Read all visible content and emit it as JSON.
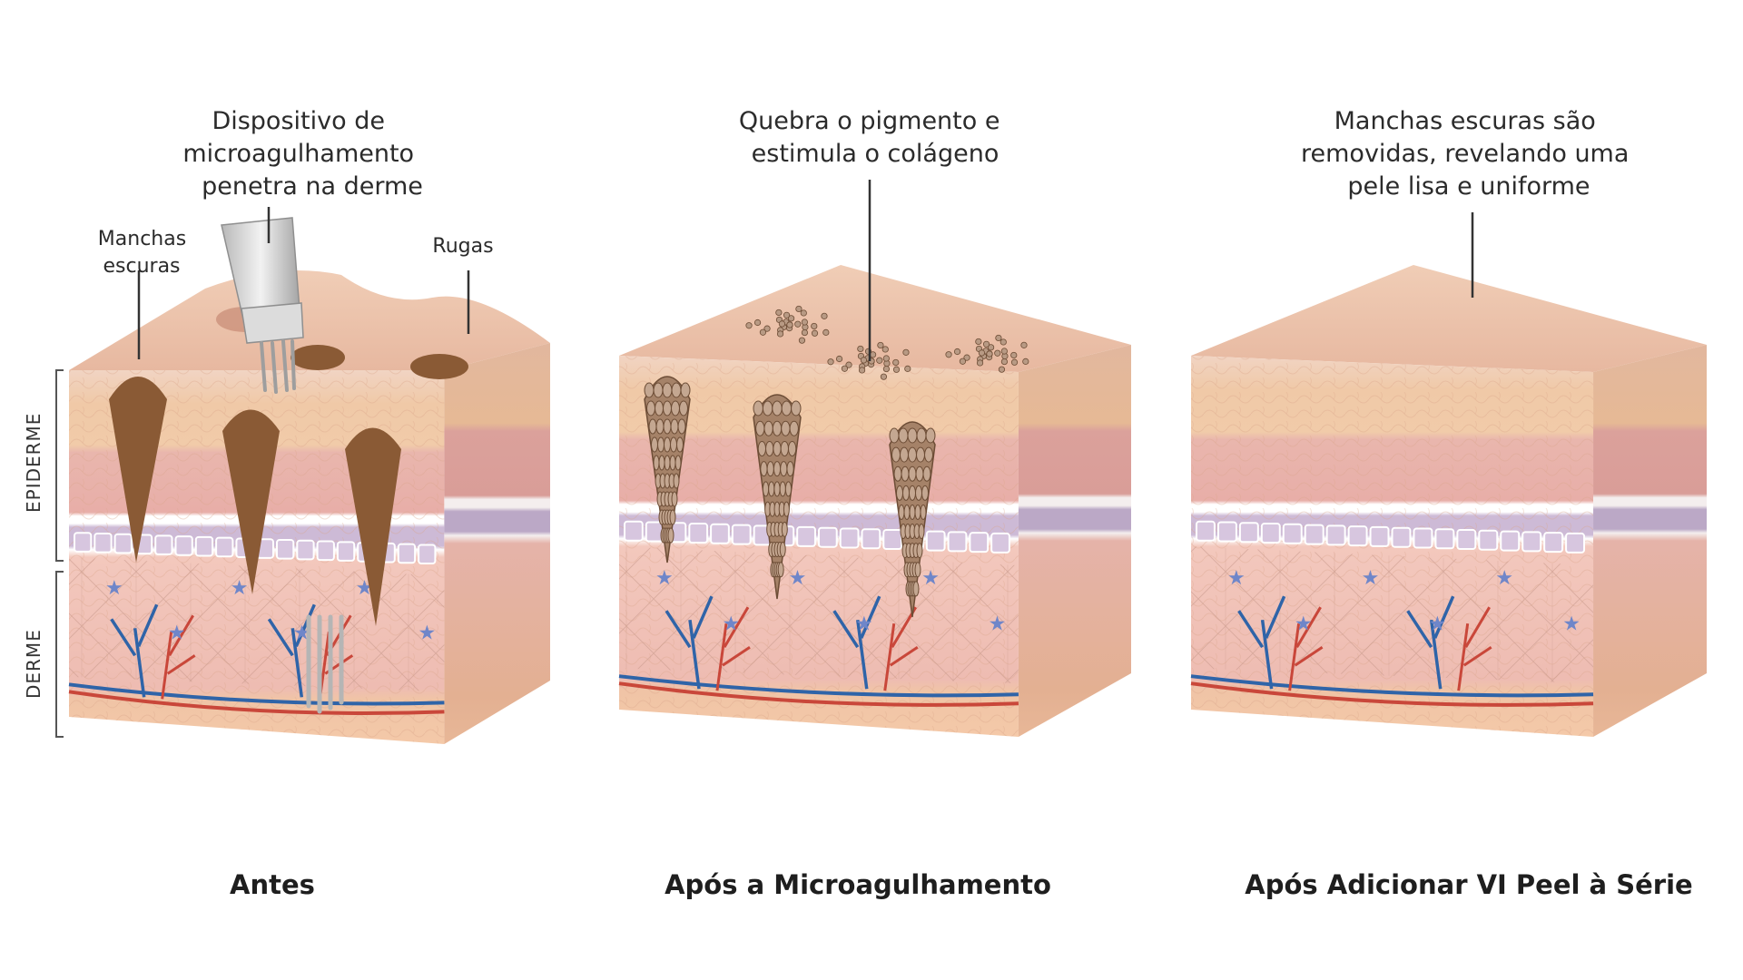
{
  "side_labels": {
    "epiderme": "EPIDERME",
    "derme": "DERME"
  },
  "panels": [
    {
      "caption": "Antes",
      "callouts": {
        "device": [
          "Dispositivo de",
          "microagulhamento",
          "penetra na derme"
        ],
        "spots": [
          "Manchas",
          "escuras"
        ],
        "wrinkles": [
          "Rugas"
        ]
      }
    },
    {
      "caption": "Após a Microagulhamento",
      "callouts": {
        "pigment": [
          "Quebra o pigmento e",
          "estimula o colágeno"
        ]
      }
    },
    {
      "caption": "Após Adicionar VI Peel à Série",
      "callouts": {
        "result": [
          "Manchas escuras são",
          "removidas, revelando uma",
          "pele lisa e uniforme"
        ]
      }
    }
  ],
  "colors": {
    "epidermis_top": "#f2d4bf",
    "epidermis_band": "#f0c9a4",
    "pink_layer": "#e8b2ac",
    "basal_cell": "#c9b7d3",
    "dermis": "#f0c2b8",
    "fat": "#f3c6a6",
    "spot": "#8a5a35",
    "artery": "#c9473a",
    "vein": "#2f64a8"
  }
}
